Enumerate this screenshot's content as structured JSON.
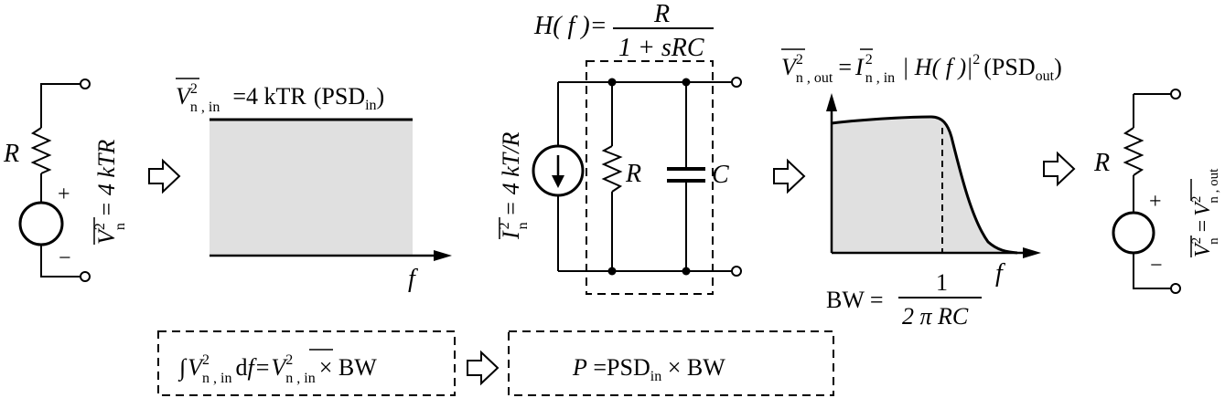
{
  "colors": {
    "ink": "#000000",
    "shade": "#e0e0e0",
    "background": "#ffffff"
  },
  "left_source": {
    "resistor_label": "R",
    "plus": "+",
    "minus": "−",
    "noise_v": "V",
    "noise_sup": "2",
    "noise_sub": "n",
    "noise_rhs": "= 4 kTR"
  },
  "psd_in": {
    "v": "V",
    "sup": "2",
    "sub": "n , in",
    "eq_value": "=4 kTR",
    "psd_label": "(PSD",
    "psd_sub": "in",
    "psd_close": ")",
    "axis_f": "f"
  },
  "filter": {
    "h_lhs": "H( f )=",
    "h_num": "R",
    "h_den": "1 + sRC",
    "current_i": "I",
    "current_sup": "2",
    "current_sub": "n",
    "current_rhs": "= 4 kT/R",
    "r_label": "R",
    "c_label": "C"
  },
  "psd_out": {
    "lhs_v": "V",
    "lhs_sup": "2",
    "lhs_sub": "n , out",
    "eq": "=",
    "rhs_i": "I",
    "rhs_sup": "2",
    "rhs_sub": "n , in",
    "h_mag": "| H( f )|",
    "h_sup": "2",
    "psd_label": "(PSD",
    "psd_sub": "out",
    "psd_close": ")",
    "bw_lhs": "BW =",
    "bw_num": "1",
    "bw_den": "2 π RC",
    "axis_f": "f"
  },
  "right_source": {
    "resistor_label": "R",
    "plus": "+",
    "minus": "−",
    "eq_v1": "V",
    "eq_sup1": "2",
    "eq_sub1": "n",
    "eq_mid": "=",
    "eq_v2": "V",
    "eq_sup2": "2",
    "eq_sub2": "n , out"
  },
  "bottom": {
    "integral": "∫",
    "v": "V",
    "sup": "2",
    "sub": "n , in",
    "df": "d",
    "df_f": "f",
    "eq": "=",
    "v2": "V",
    "sup2": "2",
    "sub2": "n , in",
    "times_bw": "× BW",
    "power_p": "P",
    "power_eq": " =PSD",
    "power_sub": "in",
    "power_bw": " × BW"
  }
}
